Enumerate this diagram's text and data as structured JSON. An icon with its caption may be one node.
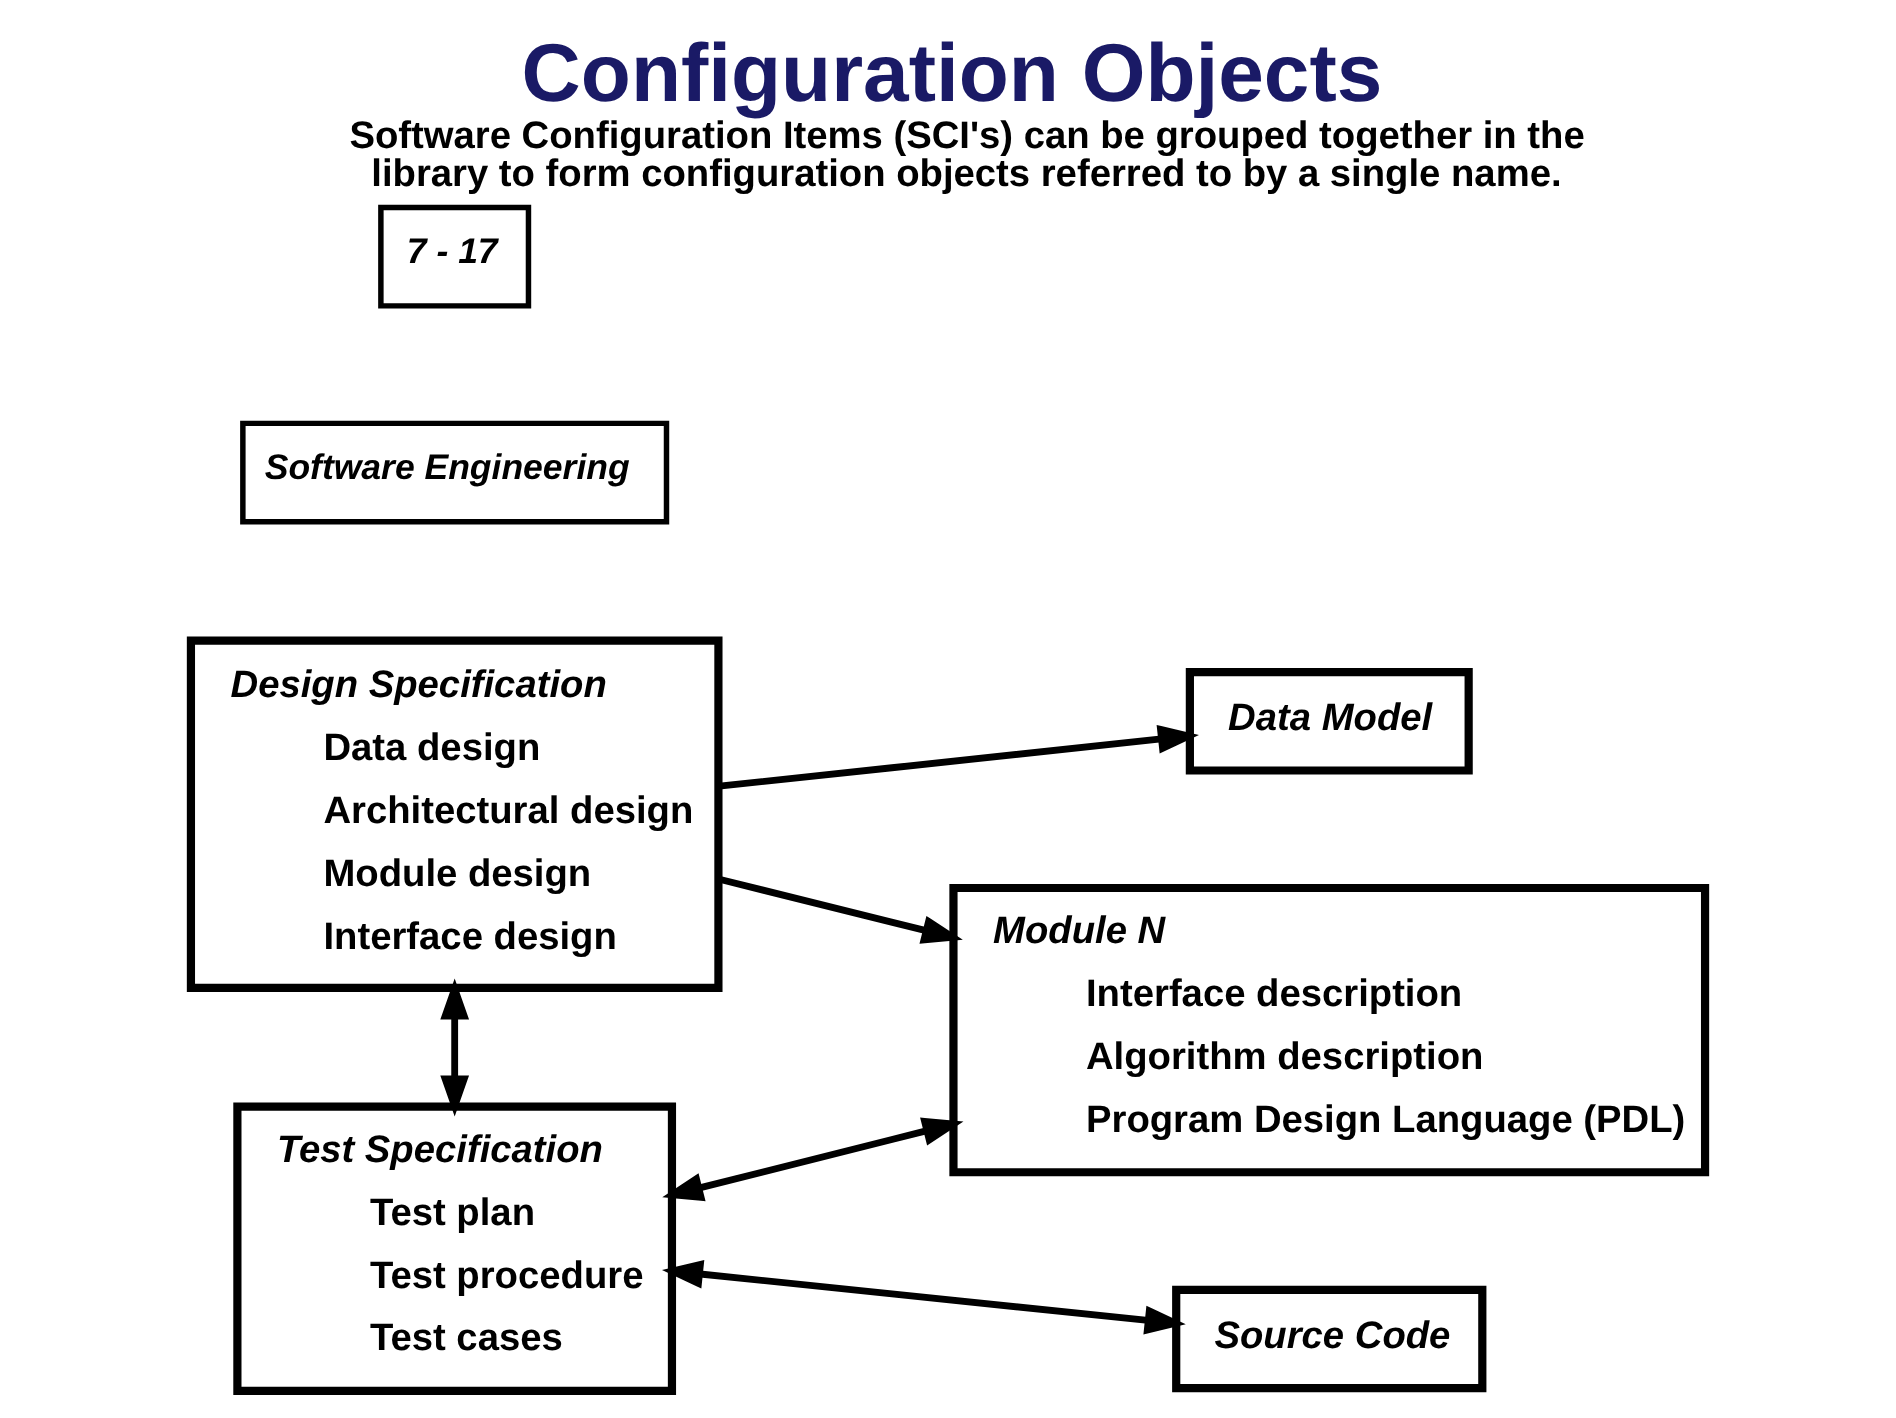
{
  "diagram": {
    "title": "Configuration Objects",
    "caption": "Software Configuration Items (SCI's) can be grouped together in the library to form configuration objects referred to by a single name.",
    "nodes": [
      {
        "text": [
          "Design Specification",
          "Data design",
          "Architectural design",
          "Module design",
          "Interface design"
        ]
      },
      {
        "text": [
          "Data Model"
        ]
      },
      {
        "text": [
          "Module N",
          "Interface description",
          "Algorithm description",
          "Program Design Language (PDL)"
        ]
      },
      {
        "text": [
          "Test Specification",
          "Test plan",
          "Test procedure",
          "Test cases"
        ]
      },
      {
        "text": [
          "Source Code"
        ]
      }
    ],
    "edges": [
      {
        "from": 0,
        "to": 1,
        "arrow": "to"
      },
      {
        "from": 0,
        "to": 2,
        "arrow": "to"
      },
      {
        "from": 0,
        "to": 3,
        "arrow": "both"
      },
      {
        "from": 3,
        "to": 2,
        "arrow": "both"
      },
      {
        "from": 3,
        "to": 4,
        "arrow": "both"
      }
    ],
    "labels": [
      "Software Engineering",
      "7 - 17"
    ]
  }
}
